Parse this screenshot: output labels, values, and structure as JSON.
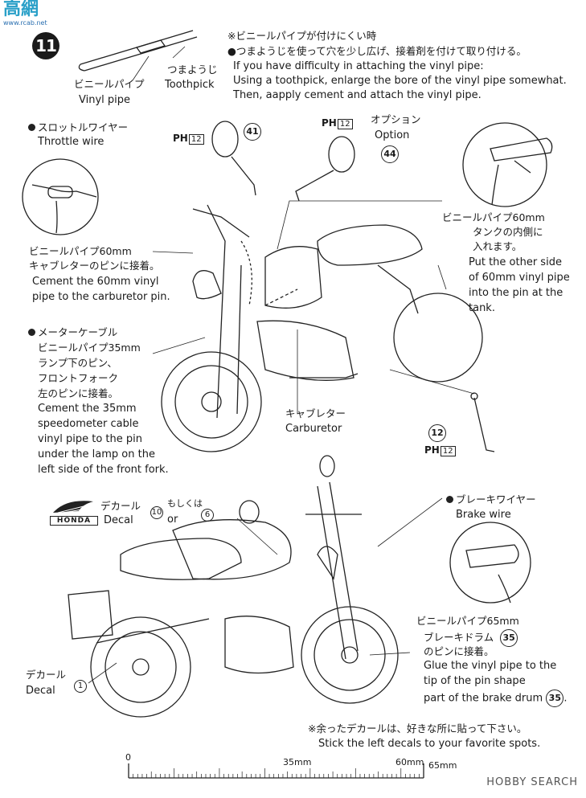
{
  "watermark": {
    "text": "高網",
    "sub": "www.rcab.net"
  },
  "step": {
    "number": "11"
  },
  "note_top": {
    "jp1": "※ビニールパイプが付けにくい時",
    "jp2": "●つまようじを使って穴を少し広げ、接着剤を付けて取り付ける。",
    "en1": "If you have difficulty in attaching the vinyl pipe:",
    "en2": "Using a toothpick, enlarge the bore of the vinyl pipe somewhat.",
    "en3": "Then, aapply cement and attach the vinyl pipe."
  },
  "vinyl_pipe": {
    "jp": "ビニールパイプ",
    "en": "Vinyl pipe"
  },
  "toothpick": {
    "jp": "つまようじ",
    "en": "Toothpick"
  },
  "throttle": {
    "jp": "スロットルワイヤー",
    "en": "Throttle wire"
  },
  "carb_pipe": {
    "jp1": "ビニールパイプ60mm",
    "jp2": "キャブレターのピンに接着。",
    "en1": "Cement the 60mm vinyl",
    "en2": "pipe to the carburetor pin."
  },
  "meter": {
    "jp1": "メーターケーブル",
    "jp2": "ビニールパイプ35mm",
    "jp3": "ランプ下のピン、",
    "jp4": "フロントフォーク",
    "jp5": "左のピンに接着。",
    "en1": "Cement the 35mm",
    "en2": "speedometer cable",
    "en3": "vinyl pipe to the pin",
    "en4": "under the lamp on the",
    "en5": "left side of the front fork."
  },
  "part41": {
    "ph": "PH",
    "box": "12",
    "num": "41"
  },
  "part44": {
    "ph": "PH",
    "box": "12",
    "num": "44",
    "jp": "オプション",
    "en": "Option"
  },
  "tank_pipe": {
    "jp1": "ビニールパイプ60mm",
    "jp2": "タンクの内側に",
    "jp3": "入れます。",
    "en1": "Put the other side",
    "en2": "of 60mm vinyl pipe",
    "en3": "into the pin at the",
    "en4": "tank."
  },
  "carburetor": {
    "jp": "キャブレター",
    "en": "Carburetor"
  },
  "part12": {
    "num": "12",
    "ph": "PH",
    "box": "12"
  },
  "decal_top": {
    "jp": "デカール",
    "en": "Decal",
    "num1": "10",
    "or_jp": "もしくは",
    "or_en": "or",
    "num2": "6",
    "logo": "HONDA"
  },
  "brake": {
    "jp": "ブレーキワイヤー",
    "en": "Brake wire"
  },
  "brake_pipe": {
    "jp1": "ビニールパイプ65mm",
    "jp2": "ブレーキドラム",
    "jp3": "のピンに接着。",
    "num": "35",
    "en1": "Glue the vinyl pipe to the",
    "en2": "tip of the pin shape",
    "en3": "part of the brake drum"
  },
  "decal_bottom": {
    "jp": "デカール",
    "en": "Decal",
    "num": "1"
  },
  "note_bottom": {
    "jp": "※余ったデカールは、好きな所に貼って下さい。",
    "en": "Stick the left decals to your favorite spots."
  },
  "ruler": {
    "l0": "0",
    "l35": "35mm",
    "l60": "60mm",
    "l65": "65mm"
  },
  "footer": {
    "brand": "HOBBY SEARCH"
  }
}
